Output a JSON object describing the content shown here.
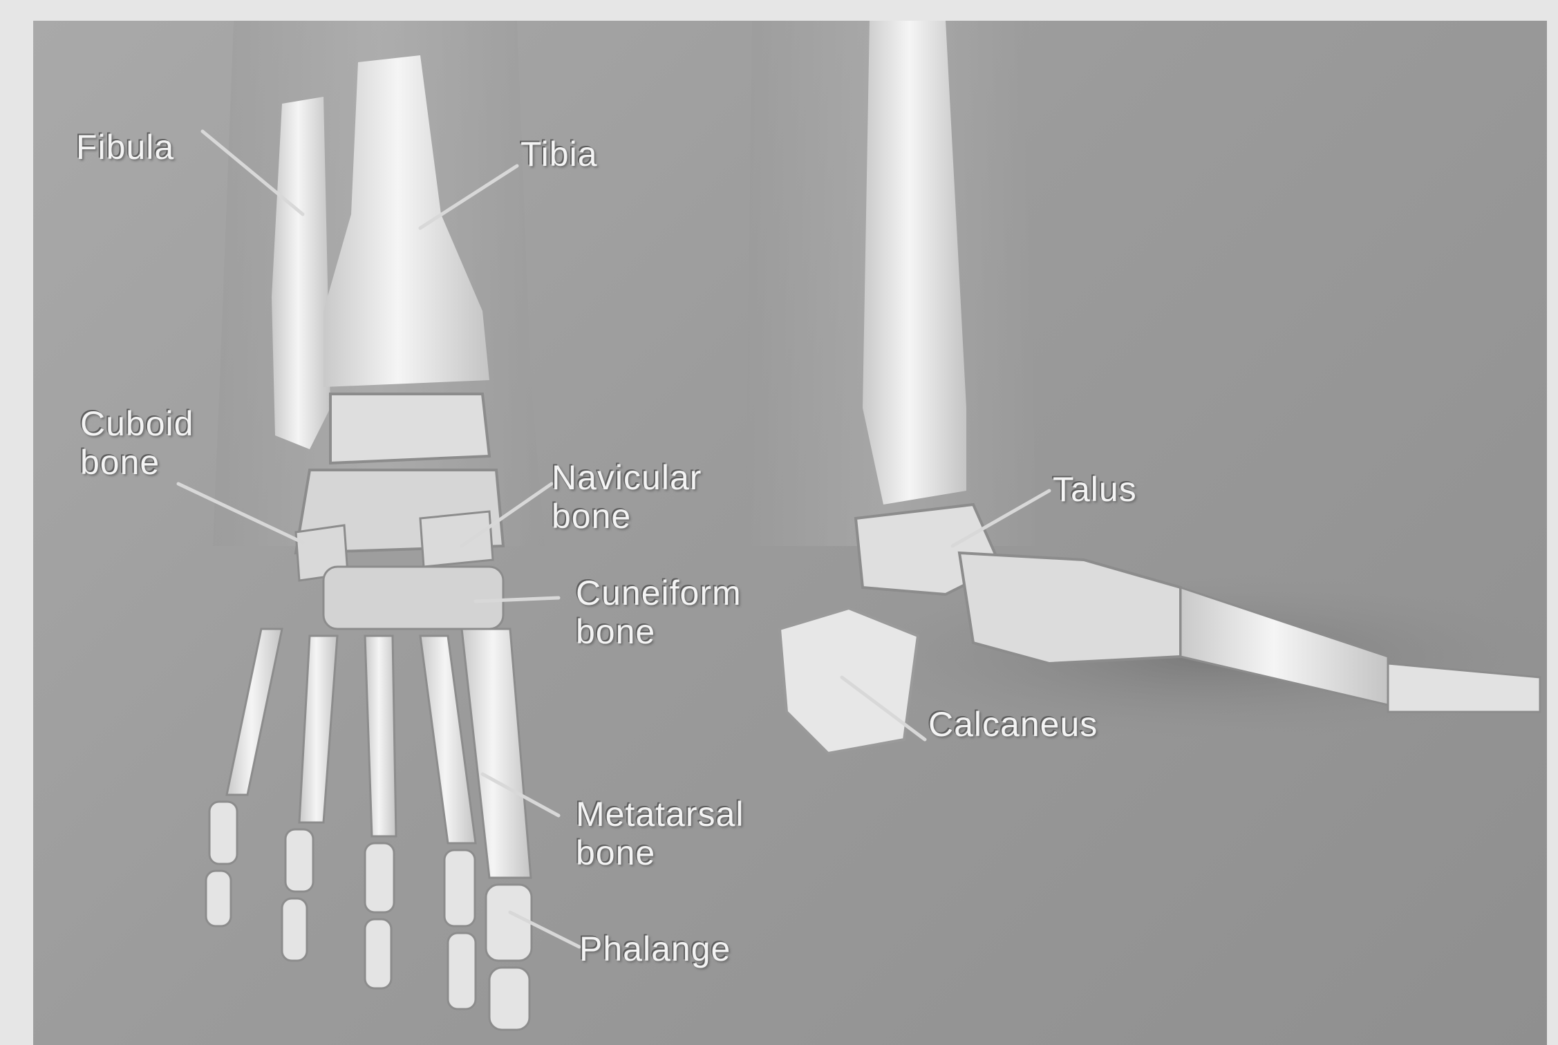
{
  "colors": {
    "background": "#9b9b9b",
    "bone": "#eeeeee",
    "bone_shadow": "#bdbdbd",
    "label_text": "#f4f4f4"
  },
  "labels": {
    "fibula": "Fibula",
    "tibia": "Tibia",
    "cuboid": [
      "Cuboid",
      "bone"
    ],
    "navicular": [
      "Navicular",
      "bone"
    ],
    "cuneiform": [
      "Cuneiform",
      "bone"
    ],
    "metatarsal": [
      "Metatarsal",
      "bone"
    ],
    "phalange": "Phalange",
    "talus": "Talus",
    "calcaneus": "Calcaneus"
  }
}
